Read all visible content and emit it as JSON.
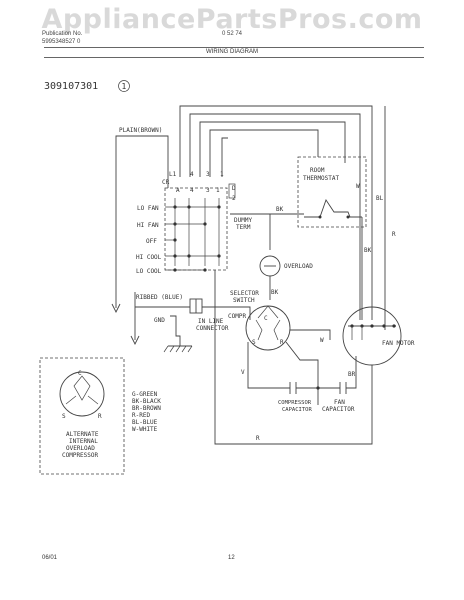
{
  "watermark": "AppliancePartsPros.com",
  "header": {
    "line1_left": "Publication No.",
    "line2_left": "5995348527 0",
    "line1_right": "0 52  74",
    "title": "WIRING DIAGRAM"
  },
  "diagram": {
    "part_number": "309107301",
    "part_suffix": "1",
    "labels": {
      "plain_brown": "PLAIN(BROWN)",
      "ribbed_blue": "RIBBED (BLUE)",
      "gnd": "GND",
      "in_line_connector": [
        "IN LINE",
        "CONNECTOR"
      ],
      "selector_switch": [
        "SELECTOR",
        "SWITCH"
      ],
      "room_thermostat": [
        "ROOM",
        "THERMOSTAT"
      ],
      "overload": "OVERLOAD",
      "dummy_term": [
        "DUMMY",
        "TERM"
      ],
      "compr": "COMPR",
      "compressor_capacitor": [
        "COMPRESSOR",
        "CAPACITOR"
      ],
      "fan_capacitor": [
        "FAN",
        "CAPACITOR"
      ],
      "fan_motor": "FAN MOTOR",
      "alternate": [
        "ALTERNATE",
        "INTERNAL",
        "OVERLOAD",
        "COMPRESSOR"
      ]
    },
    "switch_positions": [
      "LO FAN",
      "HI FAN",
      "OFF",
      "HI COOL",
      "LO COOL"
    ],
    "terminals_top": [
      "L1",
      "4",
      "3",
      "1"
    ],
    "terminals_mid": [
      "A",
      "4",
      "3",
      "1",
      "D"
    ],
    "terminal_cr": "CR",
    "terminal_2": "2",
    "wire_codes": {
      "bk": "BK",
      "w": "W",
      "bl": "BL",
      "r": "R",
      "v": "V",
      "br": "BR"
    },
    "compressor_terminals": {
      "s": "S",
      "r": "R",
      "c": "C"
    },
    "legend": [
      "G-GREEN",
      "BK-BLACK",
      "BR-BROWN",
      "R-RED",
      "BL-BLUE",
      "W-WHITE"
    ]
  },
  "footer": {
    "date": "06/01",
    "page": "12"
  }
}
